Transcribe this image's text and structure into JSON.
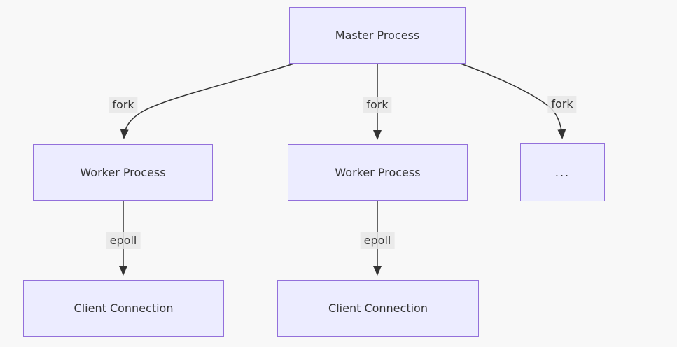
{
  "diagram": {
    "type": "flowchart-top-down",
    "colors": {
      "background": "#f8f8f8",
      "node_fill": "#ECECFF",
      "node_border": "#9370DB",
      "edge_stroke": "#333333",
      "text": "#333333",
      "edge_label_bg": "#e8e8e8"
    },
    "nodes": [
      {
        "id": "master",
        "label": "Master Process"
      },
      {
        "id": "worker1",
        "label": "Worker Process"
      },
      {
        "id": "worker2",
        "label": "Worker Process"
      },
      {
        "id": "more",
        "label": "..."
      },
      {
        "id": "client1",
        "label": "Client Connection"
      },
      {
        "id": "client2",
        "label": "Client Connection"
      }
    ],
    "edges": [
      {
        "from": "master",
        "to": "worker1",
        "label": "fork"
      },
      {
        "from": "master",
        "to": "worker2",
        "label": "fork"
      },
      {
        "from": "master",
        "to": "more",
        "label": "fork"
      },
      {
        "from": "worker1",
        "to": "client1",
        "label": "epoll"
      },
      {
        "from": "worker2",
        "to": "client2",
        "label": "epoll"
      }
    ]
  }
}
